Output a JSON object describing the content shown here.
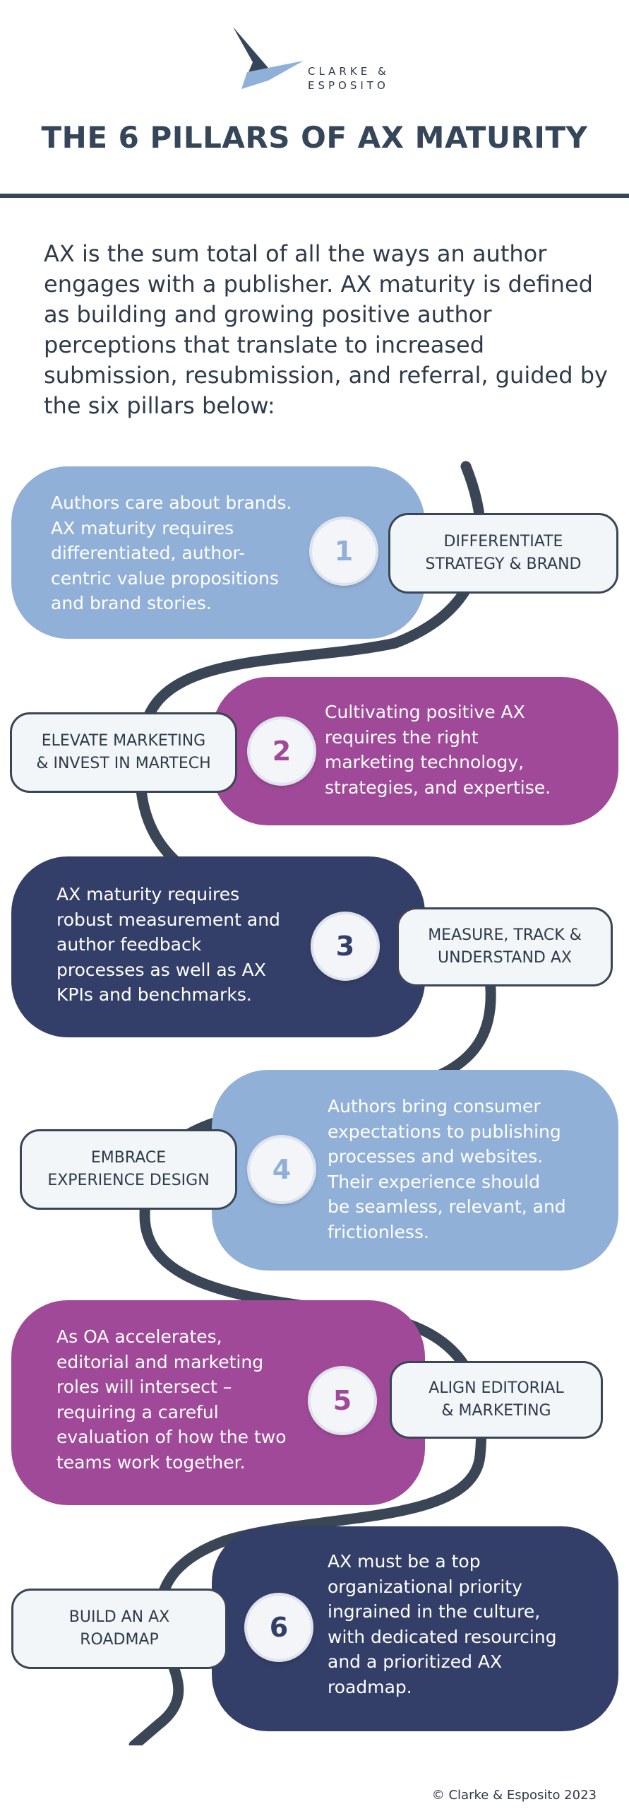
{
  "logo": {
    "line1": "CLARKE &",
    "line2": "ESPOSITO",
    "icon": "bird-icon"
  },
  "title": "THE 6 PILLARS OF AX MATURITY",
  "intro": "AX is the sum total of all the ways an author engages with a publisher. AX maturity is defined as building and growing positive author perceptions that translate to increased submission, resubmission, and referral, guided by the six pillars below:",
  "colors": {
    "light_blue": "#91b0d8",
    "purple": "#a04998",
    "navy": "#333f68",
    "dark_slate": "#36465a",
    "label_bg": "#f3f6f9"
  },
  "pillars": [
    {
      "number": "1",
      "label_lines": [
        "DIFFERENTIATE",
        "STRATEGY & BRAND"
      ],
      "text_lines": [
        "Authors care about brands.",
        "AX maturity requires",
        "differentiated, author-",
        "centric value propositions",
        "and brand stories."
      ]
    },
    {
      "number": "2",
      "label_lines": [
        "ELEVATE MARKETING",
        "& INVEST IN MARTECH"
      ],
      "text_lines": [
        "Cultivating positive AX",
        "requires the right",
        "marketing technology,",
        "strategies, and expertise."
      ]
    },
    {
      "number": "3",
      "label_lines": [
        "MEASURE, TRACK &",
        "UNDERSTAND AX"
      ],
      "text_lines": [
        "AX maturity requires",
        "robust measurement and",
        "author feedback",
        "processes as well as AX",
        "KPIs and benchmarks."
      ]
    },
    {
      "number": "4",
      "label_lines": [
        "EMBRACE",
        "EXPERIENCE DESIGN"
      ],
      "text_lines": [
        "Authors bring consumer",
        "expectations to publishing",
        "processes and websites.",
        "Their experience should",
        "be seamless, relevant, and",
        "frictionless."
      ]
    },
    {
      "number": "5",
      "label_lines": [
        "ALIGN EDITORIAL",
        "& MARKETING"
      ],
      "text_lines": [
        "As OA accelerates,",
        "editorial and marketing",
        "roles will intersect –",
        "requiring a careful",
        "evaluation of how the two",
        "teams work together."
      ]
    },
    {
      "number": "6",
      "label_lines": [
        "BUILD AN AX",
        "ROADMAP"
      ],
      "text_lines": [
        "AX must be a top",
        "organizational priority",
        "ingrained in the culture,",
        "with dedicated resourcing",
        "and a prioritized AX",
        "roadmap."
      ]
    }
  ],
  "footer": "© Clarke & Esposito 2023"
}
